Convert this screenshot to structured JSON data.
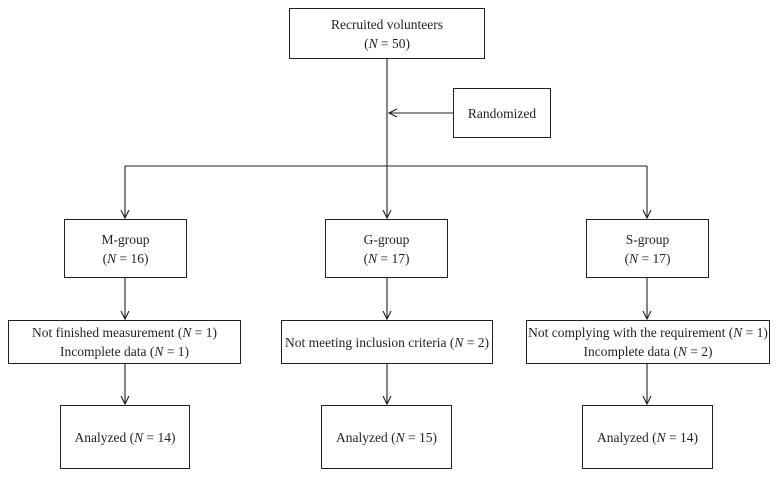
{
  "nodes": {
    "recruited": {
      "line1": "Recruited volunteers",
      "line2": [
        "(",
        "N",
        " = 50)"
      ]
    },
    "randomized": {
      "line1": "Randomized"
    },
    "m_group": {
      "line1": "M-group",
      "line2": [
        "(",
        "N",
        " = 16)"
      ]
    },
    "g_group": {
      "line1": "G-group",
      "line2": [
        "(",
        "N",
        " = 17)"
      ]
    },
    "s_group": {
      "line1": "S-group",
      "line2": [
        "(",
        "N",
        " = 17)"
      ]
    },
    "m_excluded": {
      "line1": [
        "Not finished measurement (",
        "N",
        " = 1)"
      ],
      "line2": [
        "Incomplete data (",
        "N",
        " = 1)"
      ]
    },
    "g_excluded": {
      "line1": [
        "Not meeting inclusion criteria (",
        "N",
        " = 2)"
      ]
    },
    "s_excluded": {
      "line1": [
        "Not complying with the requirement (",
        "N",
        " = 1)"
      ],
      "line2": [
        "Incomplete data (",
        "N",
        " = 2)"
      ]
    },
    "m_analyzed": {
      "line1": [
        "Analyzed (",
        "N",
        " = 14)"
      ]
    },
    "g_analyzed": {
      "line1": [
        "Analyzed (",
        "N",
        " = 15)"
      ]
    },
    "s_analyzed": {
      "line1": [
        "Analyzed (",
        "N",
        " = 14)"
      ]
    }
  },
  "colors": {
    "line": "#231f20",
    "box_border": "#231f20",
    "background": "#ffffff"
  }
}
